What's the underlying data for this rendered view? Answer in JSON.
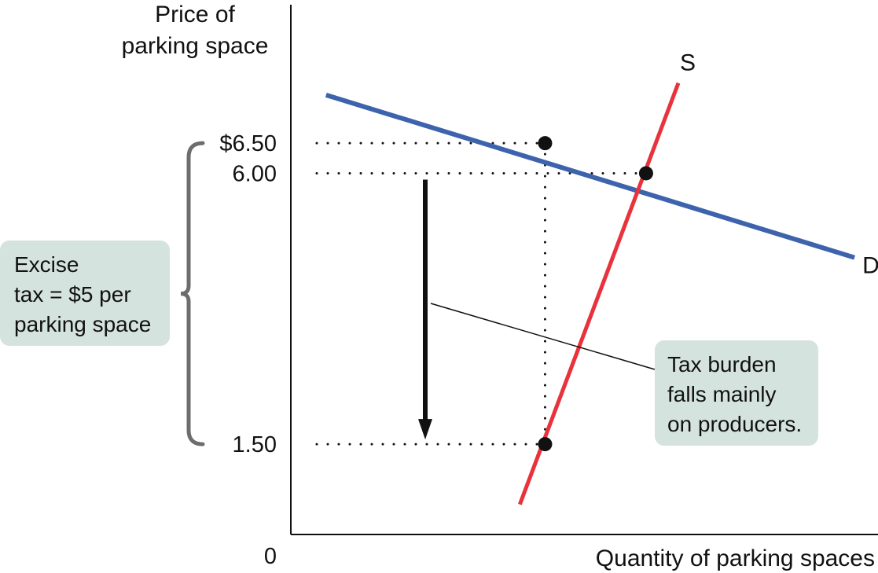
{
  "chart_data": {
    "type": "line",
    "title": "",
    "ylabel_lines": [
      "Price of",
      "parking space"
    ],
    "xlabel": "Quantity of parking spaces",
    "origin_label": "0",
    "ylim": [
      0,
      8.8
    ],
    "xlim": [
      0,
      10
    ],
    "y_tick_labels": [
      "$6.50",
      "6.00",
      "1.50"
    ],
    "y_tick_values": [
      6.5,
      6.0,
      1.5
    ],
    "series": [
      {
        "name": "D",
        "points": [
          [
            0.6,
            7.3
          ],
          [
            9.6,
            4.6
          ]
        ],
        "color": "#3e63ad"
      },
      {
        "name": "S",
        "points": [
          [
            3.9,
            0.5
          ],
          [
            6.6,
            7.5
          ]
        ],
        "color": "#e8323c"
      }
    ],
    "equilibrium": {
      "x": 6.05,
      "y": 6.0
    },
    "tax_quantity": 4.33,
    "points": [
      {
        "x": 4.33,
        "y": 6.5
      },
      {
        "x": 6.05,
        "y": 6.0
      },
      {
        "x": 4.33,
        "y": 1.5
      }
    ],
    "annotations": {
      "excise_lines": [
        "Excise",
        "tax = $5 per",
        "parking space"
      ],
      "burden_lines": [
        "Tax burden",
        "falls mainly",
        "on producers."
      ]
    }
  },
  "colors": {
    "demand": "#3e63ad",
    "supply": "#e8323c",
    "annotation_box": "#d5e3de",
    "brace": "#6d6d6d",
    "axis": "#111111"
  }
}
